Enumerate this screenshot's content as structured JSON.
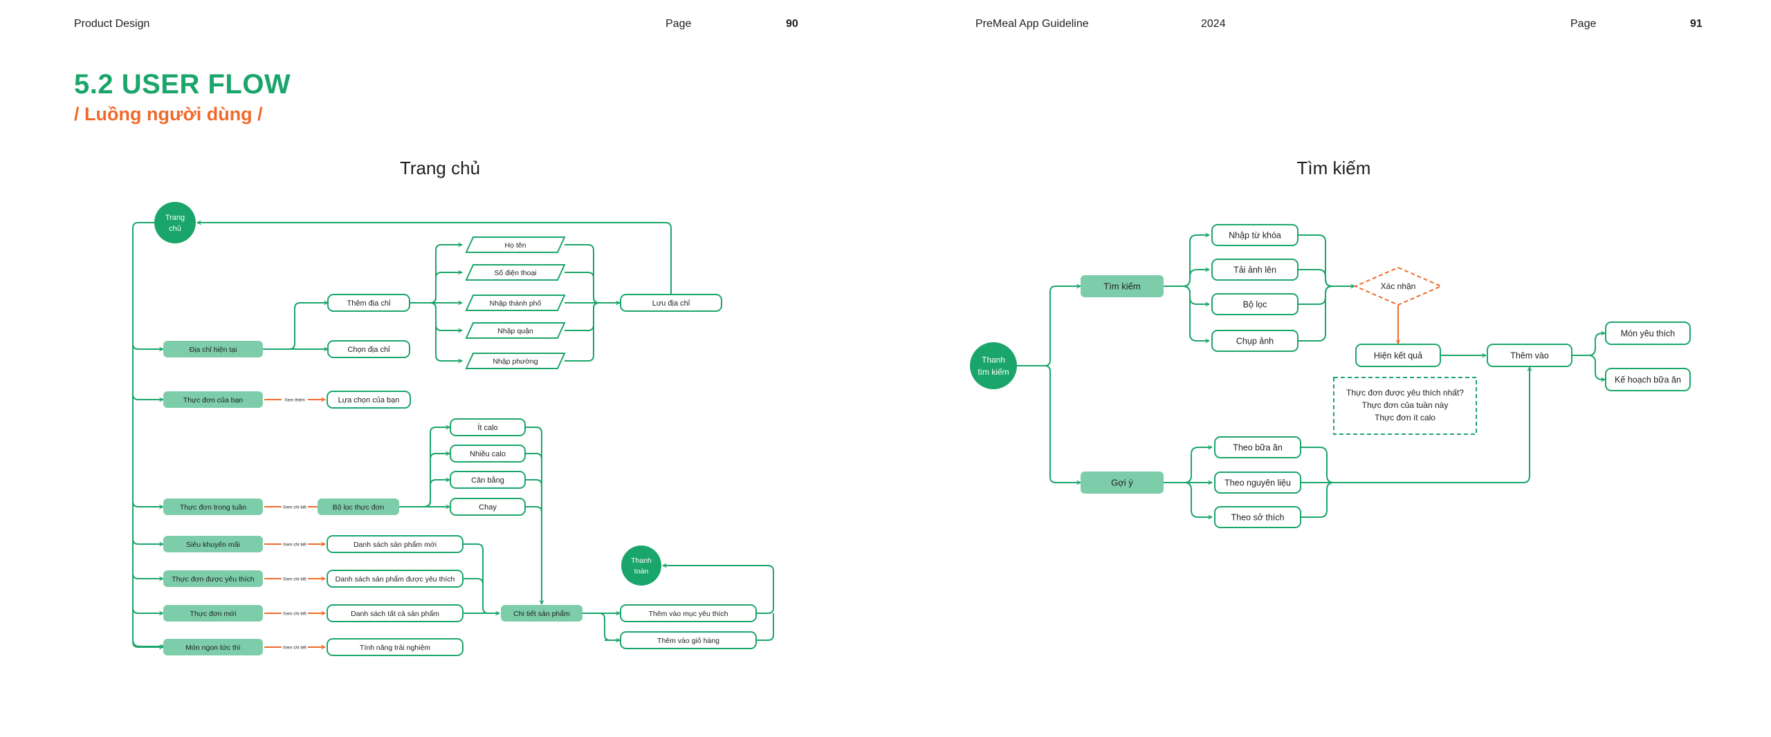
{
  "header": {
    "left_doc": "Product Design",
    "left_page_label": "Page",
    "left_page_number": "90",
    "right_doc": "PreMeal App Guideline",
    "right_year": "2024",
    "right_page_label": "Page",
    "right_page_number": "91"
  },
  "section": {
    "title": "5.2 USER FLOW",
    "subtitle": "/ Luồng người dùng /"
  },
  "colors": {
    "green": "#1aa56a",
    "green_fill": "#7ecdaa",
    "orange": "#ef6a2a",
    "text": "#1e1e1e"
  },
  "home_flow": {
    "heading": "Trang chủ",
    "start_node": [
      "Trang",
      "chủ"
    ],
    "categories": {
      "current_address": "Địa chỉ hiện tại",
      "your_menu": "Thực đơn của bạn",
      "week_menu": "Thực đơn trong tuần",
      "super_deals": "Siêu khuyến mãi",
      "favorite_menu": "Thực đơn được yêu thích",
      "new_menu": "Thực đơn mới",
      "instant_dishes": "Món ngon tức thì"
    },
    "edge_labels": {
      "see_more": "Xem thêm",
      "view_detail": "Xem chi tiết"
    },
    "address": {
      "add": "Thêm địa chỉ",
      "choose": "Chọn địa chỉ",
      "inputs": [
        "Họ tên",
        "Số điện thoại",
        "Nhập thành phố",
        "Nhập quận",
        "Nhập phường"
      ],
      "save": "Lưu địa chỉ"
    },
    "your_choice": "Lựa chọn của bạn",
    "menu_filter": "Bộ lọc thực đơn",
    "filters": [
      "Ít calo",
      "Nhiều calo",
      "Cân bằng",
      "Chay"
    ],
    "lists": {
      "new_products": "Danh sách sản phẩm mới",
      "favorite_products": "Danh sách sản phẩm được yêu thích",
      "all_products": "Danh sách tất cả sản phẩm",
      "trial_feature": "Tính năng trải nghiệm"
    },
    "product_detail": "Chi tiết sản phẩm",
    "add_favorite": "Thêm vào mục yêu thích",
    "add_cart": "Thêm vào giỏ hàng",
    "checkout": [
      "Thanh",
      "toán"
    ]
  },
  "search_flow": {
    "heading": "Tìm kiếm",
    "start_node": [
      "Thanh",
      "tìm kiếm"
    ],
    "search": "Tìm kiếm",
    "methods": [
      "Nhập từ khóa",
      "Tải ảnh lên",
      "Bộ lọc",
      "Chụp ảnh"
    ],
    "confirm": "Xác nhận",
    "show_results": "Hiện kết quả",
    "note_lines": [
      "Thực đơn được yêu thích nhất?",
      "Thực đơn của tuần này",
      "Thực đơn ít calo"
    ],
    "add_to": "Thêm vào",
    "targets": [
      "Món yêu thích",
      "Kế hoạch bữa ăn"
    ],
    "suggest": "Gợi ý",
    "suggest_options": [
      "Theo bữa ăn",
      "Theo nguyên liệu",
      "Theo sở thích"
    ]
  }
}
